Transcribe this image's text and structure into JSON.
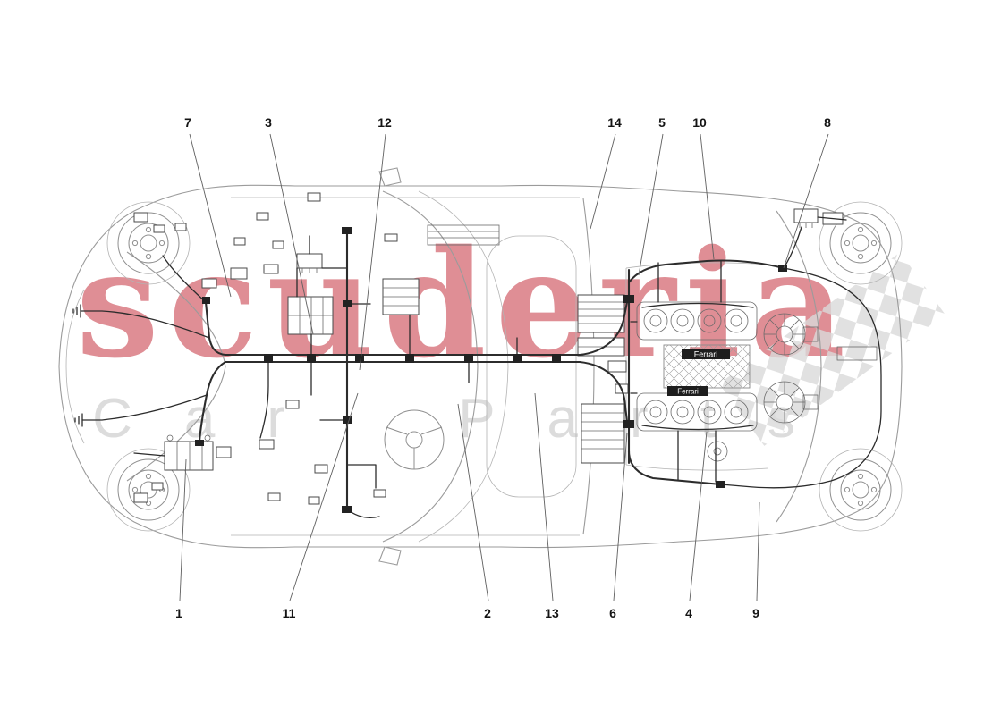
{
  "watermark": {
    "brand": "scuderia",
    "subtitle": "Car Parts",
    "brand_color": "#c0202e",
    "subtitle_color": "#dcdcdc"
  },
  "engine": {
    "badge": "Ferrari",
    "badge2": "Ferrari"
  },
  "callouts": [
    {
      "label": "7"
    },
    {
      "label": "3"
    },
    {
      "label": "12"
    },
    {
      "label": "14"
    },
    {
      "label": "5"
    },
    {
      "label": "10"
    },
    {
      "label": "8"
    },
    {
      "label": "1"
    },
    {
      "label": "11"
    },
    {
      "label": "2"
    },
    {
      "label": "13"
    },
    {
      "label": "6"
    },
    {
      "label": "4"
    },
    {
      "label": "9"
    }
  ]
}
